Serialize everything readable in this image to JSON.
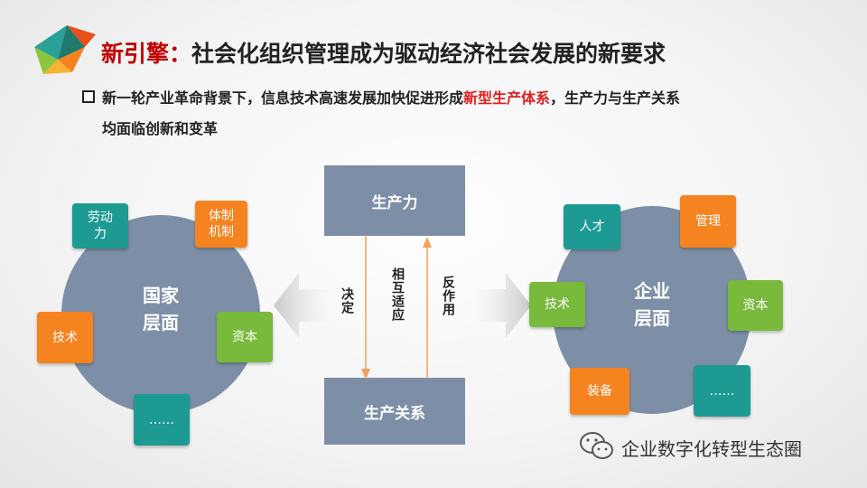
{
  "header": {
    "title_prefix": "新引擎：",
    "title_rest": "社会化组织管理成为驱动经济社会发展的新要求",
    "bullet_line1_a": "新一轮产业革命背景下，信息技术高速发展加快促进形成",
    "bullet_line1_highlight": "新型生产体系",
    "bullet_line1_b": "，生产力与生产关系",
    "bullet_line2": "均面临创新和变革"
  },
  "left": {
    "circle_label_1": "国家",
    "circle_label_2": "层面",
    "boxes": [
      "劳动力",
      "体制机制",
      "技术",
      "资本",
      "……"
    ]
  },
  "center": {
    "top_box": "生产力",
    "bottom_box": "生产关系",
    "left_text": "决定",
    "middle_text": "相互适应",
    "right_text": "反作用"
  },
  "right": {
    "circle_label_1": "企业",
    "circle_label_2": "层面",
    "boxes": [
      "人才",
      "管理",
      "技术",
      "资本",
      "装备",
      "……"
    ]
  },
  "watermark": "企业数字化转型生态圈",
  "colors": {
    "teal": "#1d9a92",
    "orange": "#f5831f",
    "green": "#79b93c",
    "slate": "#7d8fa6",
    "red": "#c00000"
  }
}
